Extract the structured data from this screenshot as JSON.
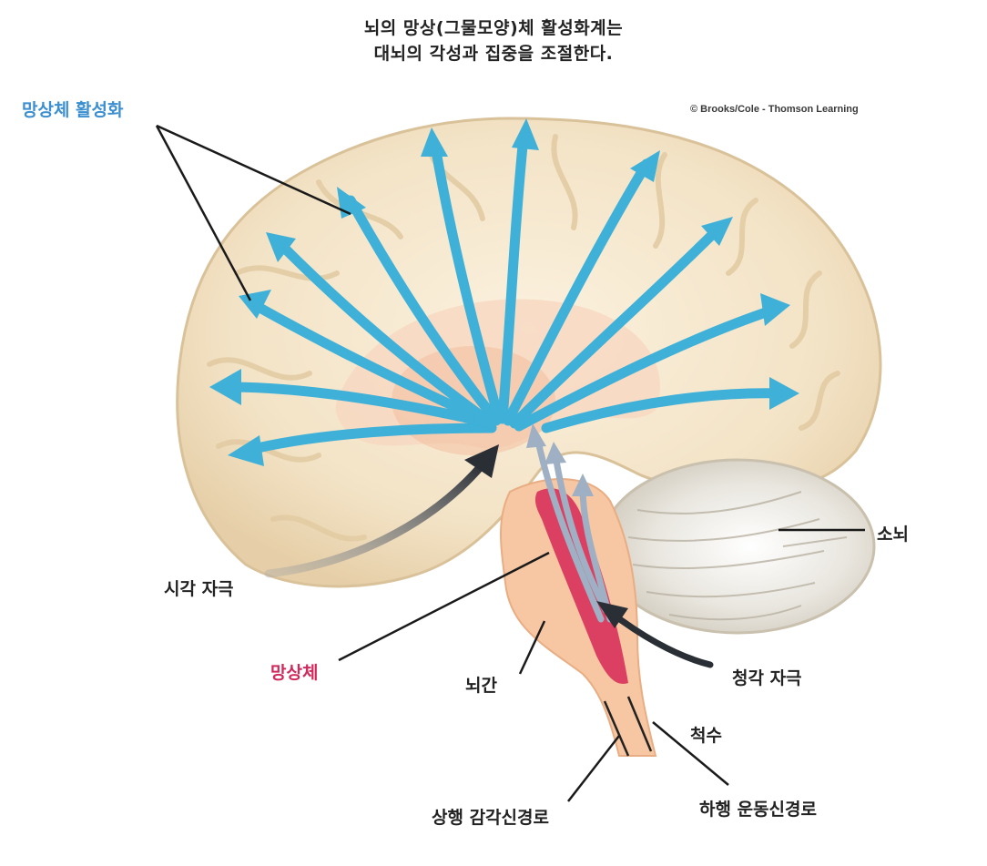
{
  "title": {
    "line1": "뇌의 망상(그물모양)체 활성화계는",
    "line2": "대뇌의 각성과 집중을 조절한다."
  },
  "copyright": "© Brooks/Cole - Thomson Learning",
  "labels": {
    "ras_activation": "망상체 활성화",
    "visual_stimulus": "시각 자극",
    "reticular_formation": "망상체",
    "brainstem": "뇌간",
    "cerebellum": "소뇌",
    "auditory_stimulus": "청각 자극",
    "spinal_cord": "척수",
    "ascending_tract": "상행 감각신경로",
    "descending_tract": "하행 운동신경로"
  },
  "colors": {
    "ras_label": "#3b8fd0",
    "reticular_label": "#d02a5c",
    "arrow_blue": "#3fb0d8",
    "reticular_red": "#d8315b",
    "brain_fill": "#f3e4c8",
    "brainstem_fill": "#f6c7a2"
  }
}
